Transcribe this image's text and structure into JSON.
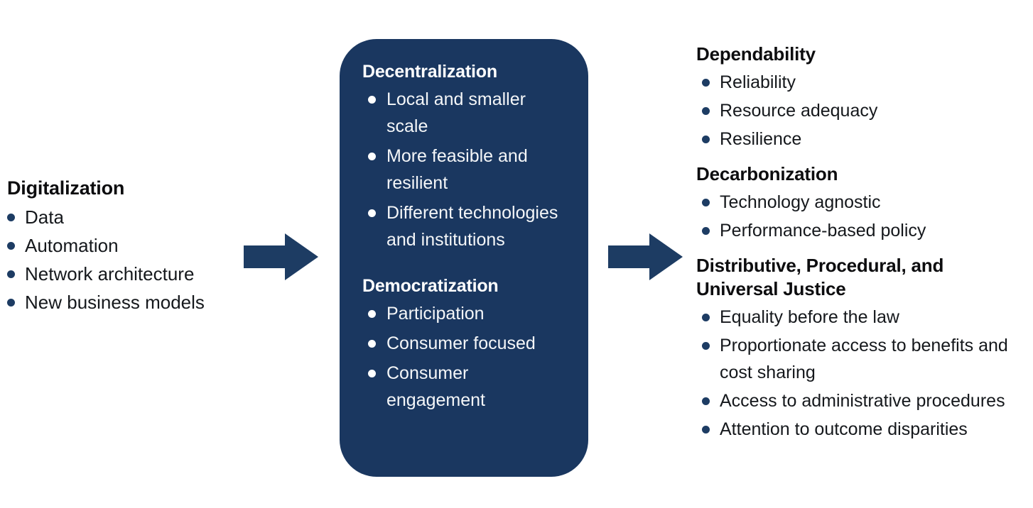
{
  "colors": {
    "navy": "#1a3760",
    "arrow": "#1d3c63",
    "bullet_navy": "#1d3c63",
    "bullet_white": "#ffffff",
    "heading_dark": "#0d0d0f",
    "body_dark": "#15181c",
    "card_text": "#f4f6f8",
    "background": "#ffffff"
  },
  "left_column": {
    "heading": "Digitalization",
    "bullets": [
      "Data",
      "Automation",
      "Network architecture",
      "New business models"
    ]
  },
  "arrows": [
    {
      "name": "arrow-left-to-center",
      "direction": "right"
    },
    {
      "name": "arrow-center-to-right",
      "direction": "right"
    }
  ],
  "center_card": {
    "groups": [
      {
        "heading": "Decentralization",
        "bullets": [
          "Local and smaller scale",
          "More feasible and resilient",
          "Different technologies and institutions"
        ]
      },
      {
        "heading": "Democratization",
        "bullets": [
          "Participation",
          "Consumer focused",
          "Consumer engagement"
        ]
      }
    ]
  },
  "right_column": {
    "groups": [
      {
        "heading": "Dependability",
        "bullets": [
          "Reliability",
          "Resource adequacy",
          "Resilience"
        ]
      },
      {
        "heading": "Decarbonization",
        "bullets": [
          "Technology agnostic",
          "Performance-based policy"
        ]
      },
      {
        "heading": "Distributive, Procedural, and Universal Justice",
        "bullets": [
          "Equality before the law",
          "Proportionate access to benefits and cost sharing",
          "Access to administrative procedures",
          "Attention to outcome disparities"
        ]
      }
    ]
  }
}
